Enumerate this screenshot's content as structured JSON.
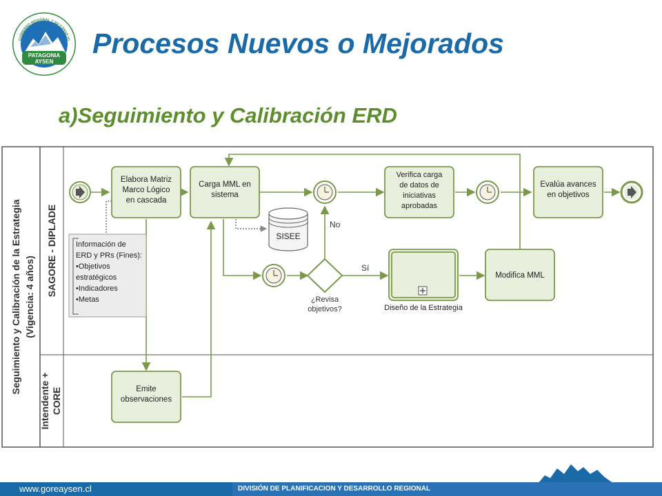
{
  "header": {
    "title": "Procesos Nuevos o Mejorados",
    "subtitle": "a)Seguimiento y Calibración ERD"
  },
  "logo": {
    "ring_text": "GOBIERNO REGIONAL Y SU CONSEJO",
    "line1": "PATAGONIA",
    "line2": "AYSEN",
    "icon": "mountain-logo-icon"
  },
  "diagram": {
    "pool_label_1": "Seguimiento y Calibración de la Estrategia",
    "pool_label_2": "(Vigencia: 4 años)",
    "lanes": [
      "SAGORE - DIPLADE",
      "Intendente +",
      "CORE"
    ],
    "tasks": {
      "elabora": [
        "Elabora Matriz",
        "Marco Lógico",
        "en cascada"
      ],
      "carga": [
        "Carga MML en",
        "sistema"
      ],
      "verifica": [
        "Verifica carga",
        "de datos de",
        "iniciativas",
        "aprobadas"
      ],
      "evalua": [
        "Evalúa avances",
        "en objetivos"
      ],
      "modifica": [
        "Modifica MML"
      ],
      "emite": [
        "Emite",
        "observaciones"
      ],
      "diseno": "Diseño de la Estrategia"
    },
    "datastore": "SISEE",
    "gateway": [
      "¿Revisa",
      "objetivos?"
    ],
    "flow_no": "No",
    "flow_si": "Sí",
    "annotation": [
      "Información de",
      "ERD y PRs (Fines):",
      "•Objetivos",
      "estratégicos",
      "•Indicadores",
      "•Metas"
    ]
  },
  "footer": {
    "url": "www.goreaysen.cl",
    "division": "DIVISIÓN DE PLANIFICACION Y DESARROLLO REGIONAL"
  },
  "colors": {
    "title": "#1b6aa8",
    "subtitle": "#5c8e2e",
    "task_fill": "#e8efdc",
    "task_stroke": "#7a9a4a",
    "footer": "#1b6aa8"
  }
}
